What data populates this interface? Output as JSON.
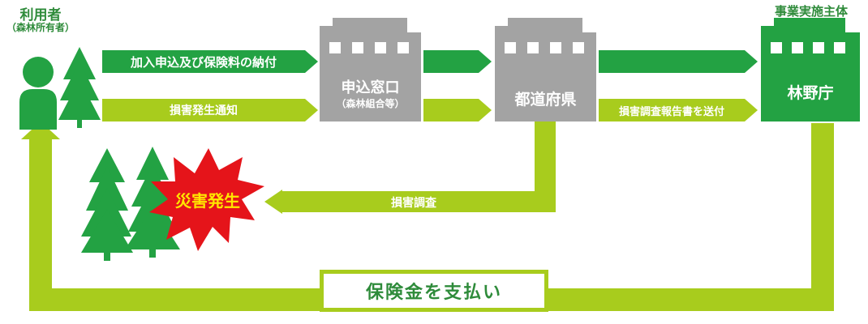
{
  "user": {
    "title": "利用者",
    "subtitle": "（森林所有者）"
  },
  "agency_header": "事業実施主体",
  "nodes": {
    "office": {
      "name": "申込窓口",
      "sub": "（森林組合等）"
    },
    "prefecture": {
      "name": "都道府県"
    },
    "forestry": {
      "name": "林野庁"
    }
  },
  "arrows": {
    "apply": "加入申込及び保険料の納付",
    "notice": "損害発生通知",
    "report": "損害調査報告書を送付",
    "survey": "損害調査",
    "payment": "保険金を支払い"
  },
  "disaster": "災害発生",
  "colors": {
    "dark_green": "#23a243",
    "light_green": "#a8cc1d",
    "gray": "#a3a3a3",
    "burst_red": "#e5141a",
    "burst_text": "#ffe600"
  }
}
